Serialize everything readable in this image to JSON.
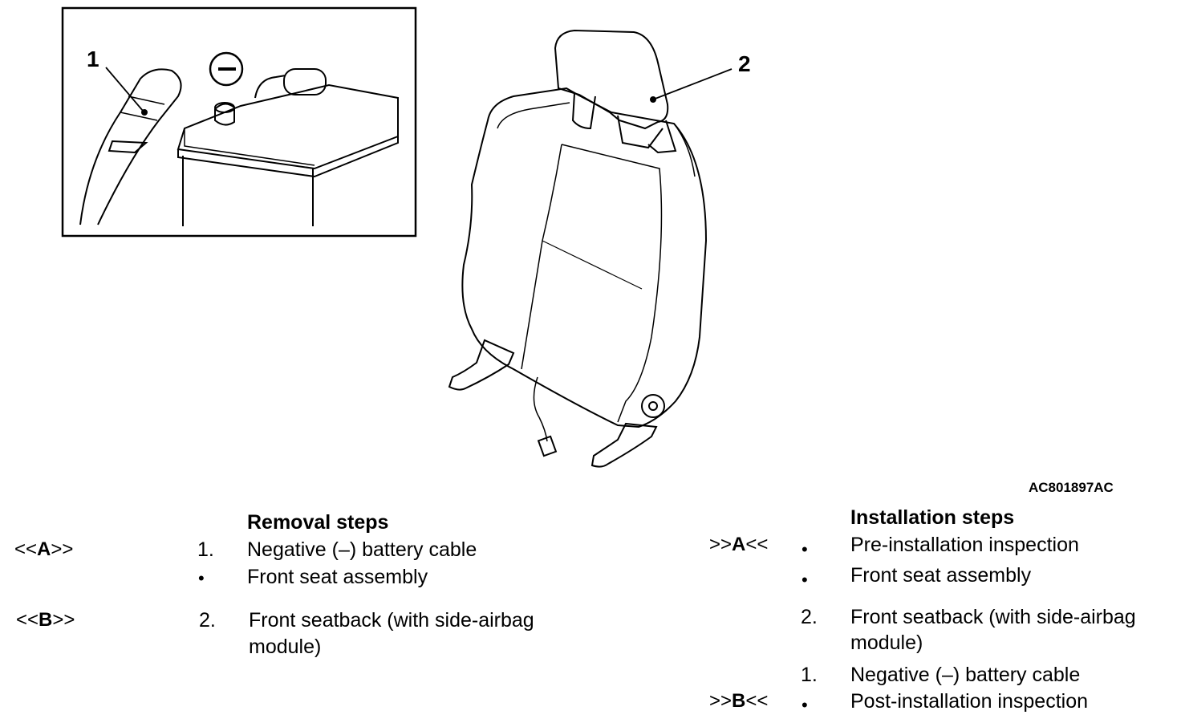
{
  "figure": {
    "callout_1": "1",
    "callout_2": "2",
    "figure_id": "AC801897AC",
    "minus_symbol": "minus-sign-icon"
  },
  "removal": {
    "title": "Removal steps",
    "rows": [
      {
        "code_pre": "<<",
        "code_letter": "A",
        "code_post": ">>",
        "number": "1.",
        "text": "Negative (–) battery cable"
      },
      {
        "bullet": "•",
        "text": "Front seat assembly"
      },
      {
        "code_pre": "<<",
        "code_letter": "B",
        "code_post": ">>",
        "number": "2.",
        "text_line1": "Front seatback (with side-airbag",
        "text_line2": "module)"
      }
    ]
  },
  "installation": {
    "title": "Installation steps",
    "rows": [
      {
        "code_pre": ">>",
        "code_letter": "A",
        "code_post": "<<",
        "bullet": "•",
        "text": "Pre-installation inspection"
      },
      {
        "bullet": "•",
        "text": "Front seat assembly"
      },
      {
        "number": "2.",
        "text_line1": "Front seatback (with side-airbag",
        "text_line2": "module)"
      },
      {
        "number": "1.",
        "text": "Negative (–) battery cable"
      },
      {
        "code_pre": ">>",
        "code_letter": "B",
        "code_post": "<<",
        "bullet": "•",
        "text": "Post-installation inspection"
      }
    ]
  }
}
